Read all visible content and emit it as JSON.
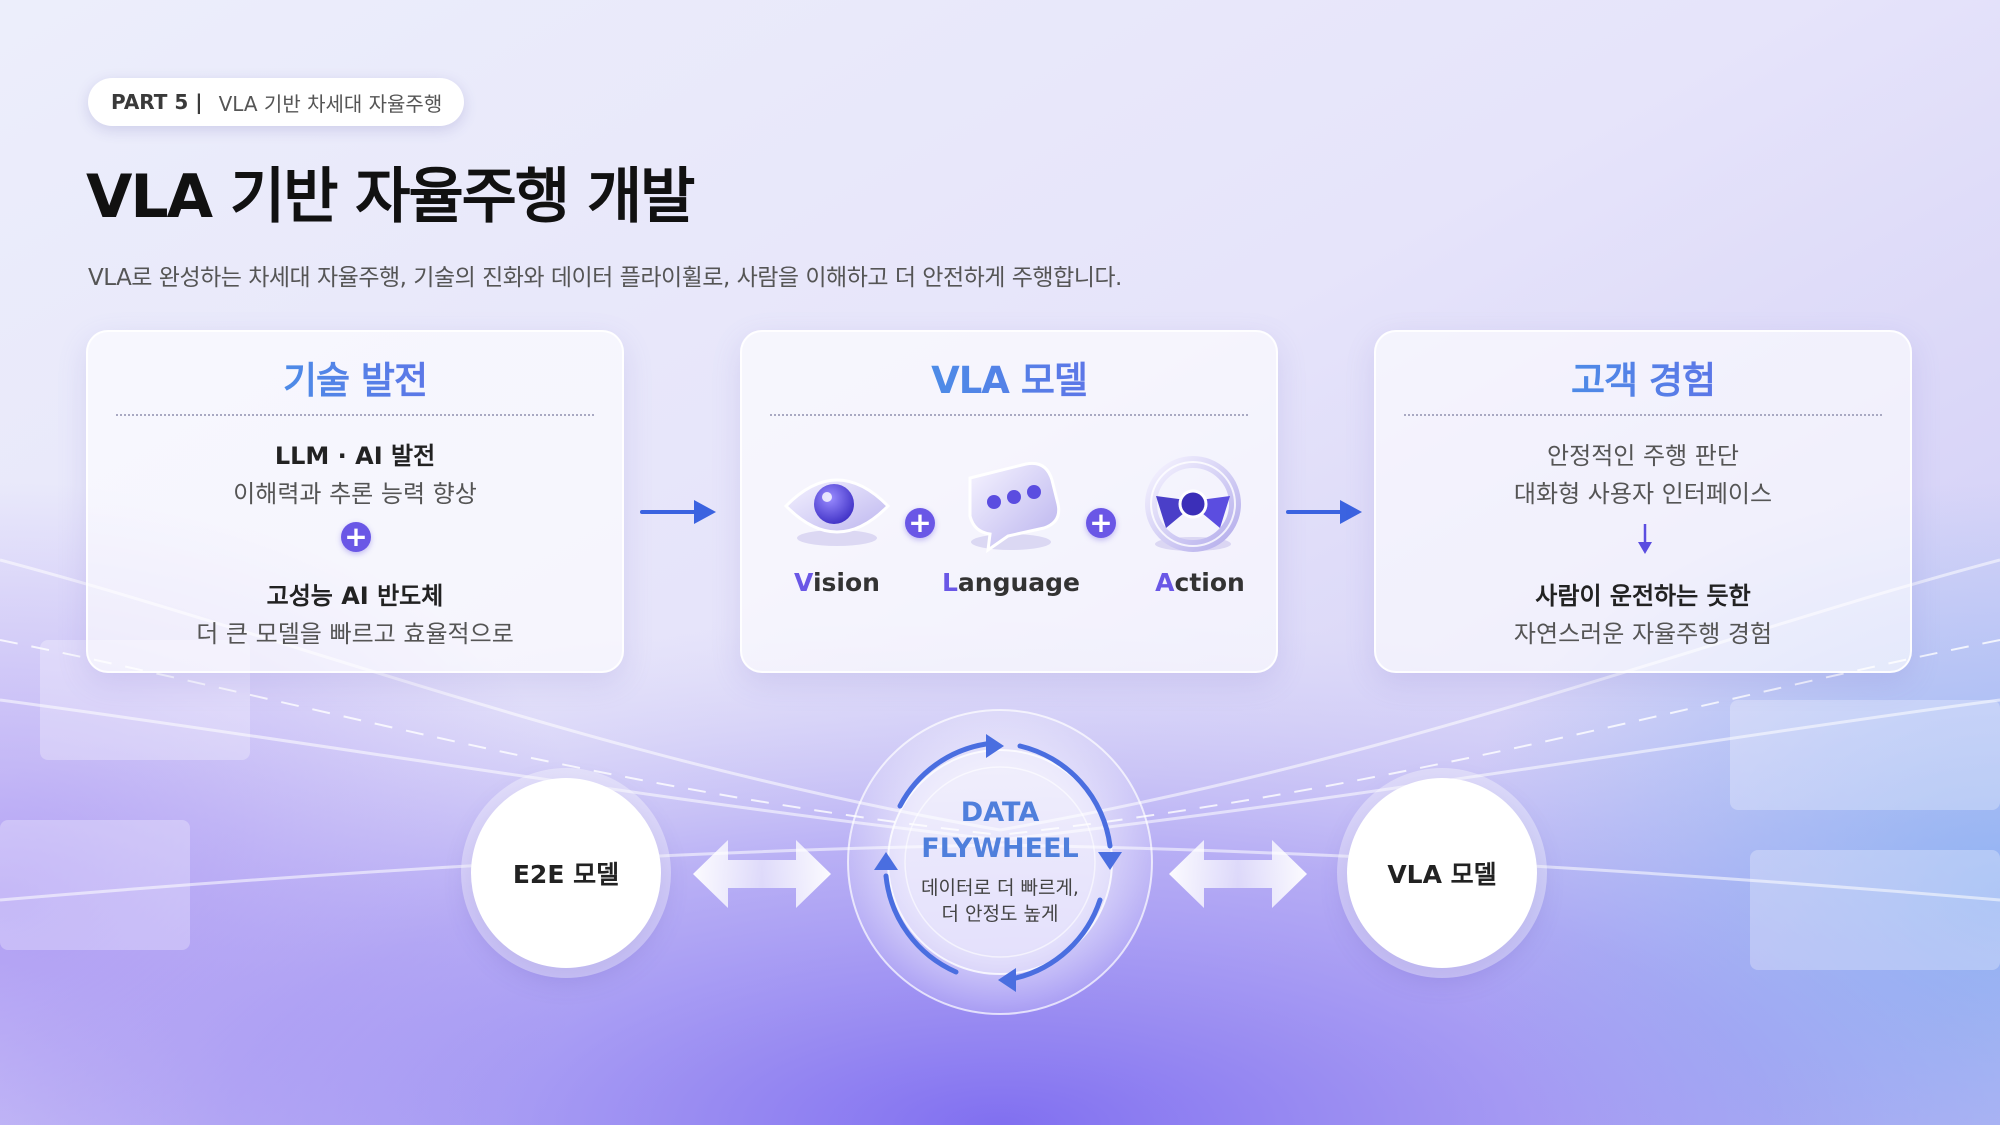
{
  "header": {
    "part_label": "PART 5 |",
    "part_title": "VLA 기반 차세대 자율주행",
    "title": "VLA 기반 자율주행 개발",
    "subtitle": "VLA로 완성하는 차세대 자율주행, 기술의 진화와 데이터 플라이휠로, 사람을 이해하고 더 안전하게 주행합니다."
  },
  "cards": {
    "tech": {
      "title": "기술 발전",
      "item1_title": "LLM · AI 발전",
      "item1_desc": "이해력과 추론 능력 향상",
      "item2_title": "고성능 AI 반도체",
      "item2_desc": "더 큰 모델을 빠르고 효율적으로"
    },
    "vla": {
      "title": "VLA 모델",
      "vision_first": "V",
      "vision_rest": "ision",
      "language_first": "L",
      "language_rest": "anguage",
      "action_first": "A",
      "action_rest": "ction"
    },
    "cx": {
      "title": "고객 경험",
      "line1": "안정적인 주행 판단",
      "line2": "대화형 사용자 인터페이스",
      "line3": "사람이 운전하는 듯한",
      "line4": "자연스러운 자율주행 경험"
    }
  },
  "flywheel": {
    "left_model": "E2E 모델",
    "right_model": "VLA 모델",
    "title1": "DATA",
    "title2": "FLYWHEEL",
    "sub1": "데이터로 더 빠르게,",
    "sub2": "더 안정도 높게"
  },
  "icons": {
    "plus": "plus-circle-icon",
    "arrow": "arrow-right-icon",
    "vision": "eye-icon",
    "language": "chat-bubble-icon",
    "action": "steering-wheel-icon"
  },
  "colors": {
    "accent_blue": "#4f86e3",
    "accent_purple": "#6a57e6",
    "arrow_blue": "#3b63e0"
  }
}
